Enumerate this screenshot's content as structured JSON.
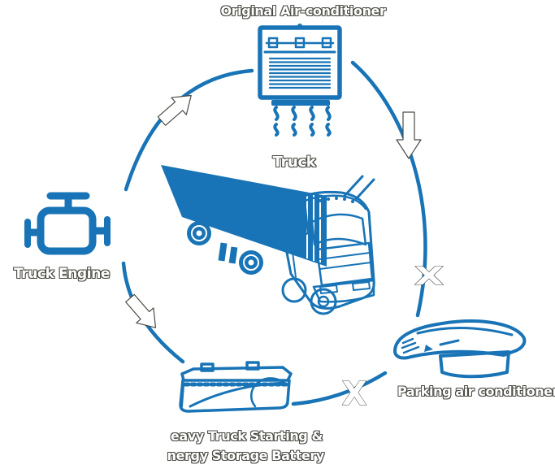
{
  "colors": {
    "primary_blue": "#1874B6",
    "label_fill": "#FFFFFF",
    "label_outline": "#4B4B45"
  },
  "nodes": {
    "original_ac": {
      "label": "Original Air-conditioner",
      "icon": "window-air-conditioner-icon"
    },
    "truck": {
      "label": "Truck",
      "icon": "semi-truck-illustration"
    },
    "truck_engine": {
      "label": "Truck Engine",
      "icon": "engine-icon"
    },
    "parking_ac": {
      "label": "Parking air conditioner",
      "icon": "rooftop-parking-ac-icon"
    },
    "battery": {
      "label_line1": "Heavy Truck Starting &",
      "label_line2": "Energy Storage Battery",
      "icon": "truck-battery-icon"
    }
  },
  "markers": {
    "cross_right": "X",
    "cross_bottom": "X",
    "flow_arrows": [
      "up-right",
      "down",
      "down-right"
    ]
  }
}
